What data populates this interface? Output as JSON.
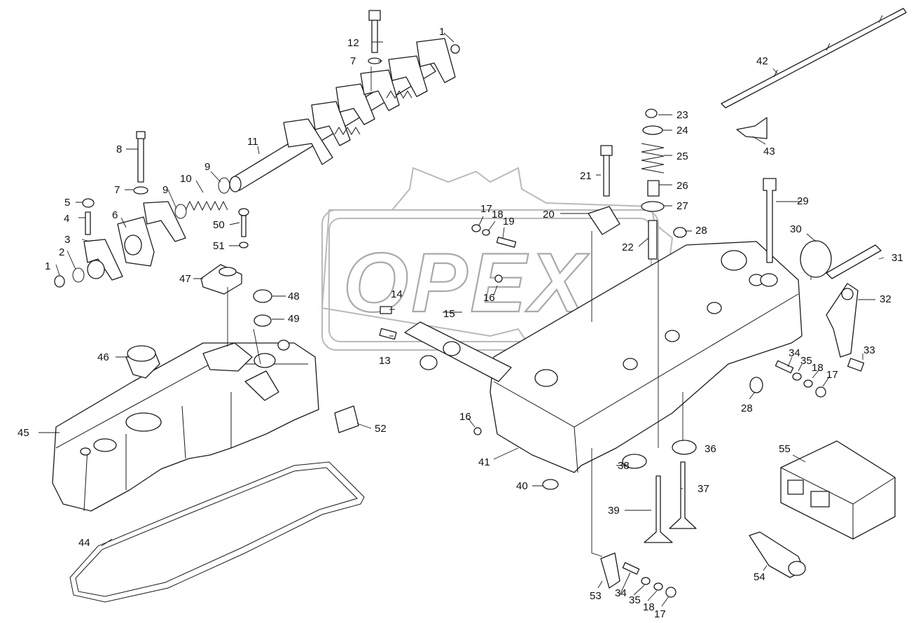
{
  "watermark": {
    "text": "OPEX"
  },
  "callouts": [
    {
      "id": "c1a",
      "label": "1"
    },
    {
      "id": "c1b",
      "label": "1"
    },
    {
      "id": "c2",
      "label": "2"
    },
    {
      "id": "c3",
      "label": "3"
    },
    {
      "id": "c4",
      "label": "4"
    },
    {
      "id": "c5",
      "label": "5"
    },
    {
      "id": "c6",
      "label": "6"
    },
    {
      "id": "c7a",
      "label": "7"
    },
    {
      "id": "c7b",
      "label": "7"
    },
    {
      "id": "c8",
      "label": "8"
    },
    {
      "id": "c9a",
      "label": "9"
    },
    {
      "id": "c9b",
      "label": "9"
    },
    {
      "id": "c10",
      "label": "10"
    },
    {
      "id": "c11",
      "label": "11"
    },
    {
      "id": "c12",
      "label": "12"
    },
    {
      "id": "c13",
      "label": "13"
    },
    {
      "id": "c14",
      "label": "14"
    },
    {
      "id": "c15",
      "label": "15"
    },
    {
      "id": "c16a",
      "label": "16"
    },
    {
      "id": "c16b",
      "label": "16"
    },
    {
      "id": "c17a",
      "label": "17"
    },
    {
      "id": "c17b",
      "label": "17"
    },
    {
      "id": "c17c",
      "label": "17"
    },
    {
      "id": "c18a",
      "label": "18"
    },
    {
      "id": "c18b",
      "label": "18"
    },
    {
      "id": "c18c",
      "label": "18"
    },
    {
      "id": "c19",
      "label": "19"
    },
    {
      "id": "c20",
      "label": "20"
    },
    {
      "id": "c21",
      "label": "21"
    },
    {
      "id": "c22",
      "label": "22"
    },
    {
      "id": "c23",
      "label": "23"
    },
    {
      "id": "c24",
      "label": "24"
    },
    {
      "id": "c25",
      "label": "25"
    },
    {
      "id": "c26",
      "label": "26"
    },
    {
      "id": "c27",
      "label": "27"
    },
    {
      "id": "c28a",
      "label": "28"
    },
    {
      "id": "c28b",
      "label": "28"
    },
    {
      "id": "c29",
      "label": "29"
    },
    {
      "id": "c30",
      "label": "30"
    },
    {
      "id": "c31",
      "label": "31"
    },
    {
      "id": "c32",
      "label": "32"
    },
    {
      "id": "c33",
      "label": "33"
    },
    {
      "id": "c34a",
      "label": "34"
    },
    {
      "id": "c34b",
      "label": "34"
    },
    {
      "id": "c35a",
      "label": "35"
    },
    {
      "id": "c35b",
      "label": "35"
    },
    {
      "id": "c36",
      "label": "36"
    },
    {
      "id": "c37",
      "label": "37"
    },
    {
      "id": "c38",
      "label": "38"
    },
    {
      "id": "c39",
      "label": "39"
    },
    {
      "id": "c40",
      "label": "40"
    },
    {
      "id": "c41",
      "label": "41"
    },
    {
      "id": "c42",
      "label": "42"
    },
    {
      "id": "c43",
      "label": "43"
    },
    {
      "id": "c44",
      "label": "44"
    },
    {
      "id": "c45",
      "label": "45"
    },
    {
      "id": "c46",
      "label": "46"
    },
    {
      "id": "c47",
      "label": "47"
    },
    {
      "id": "c48",
      "label": "48"
    },
    {
      "id": "c49",
      "label": "49"
    },
    {
      "id": "c50",
      "label": "50"
    },
    {
      "id": "c51",
      "label": "51"
    },
    {
      "id": "c52",
      "label": "52"
    },
    {
      "id": "c53",
      "label": "53"
    },
    {
      "id": "c54",
      "label": "54"
    },
    {
      "id": "c55",
      "label": "55"
    }
  ]
}
